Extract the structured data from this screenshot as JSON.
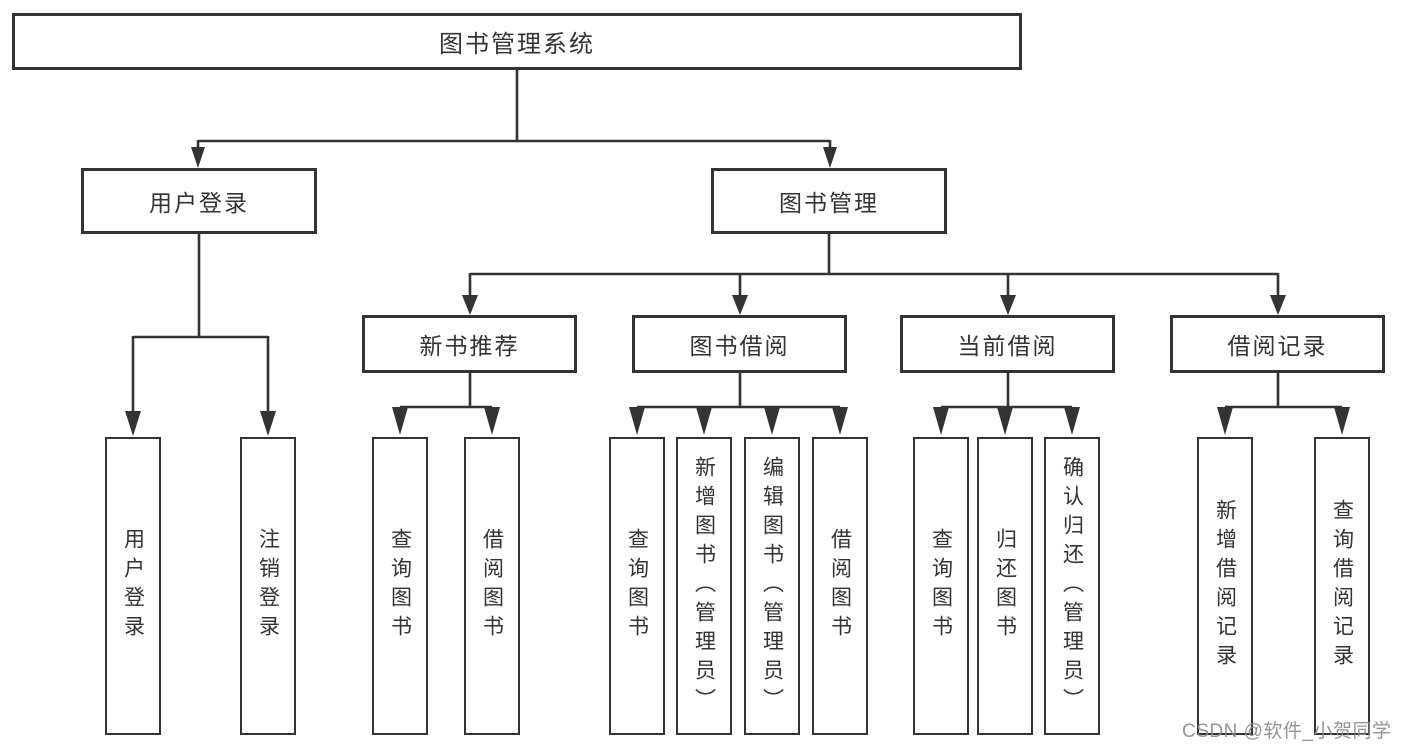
{
  "title": "图书管理系统",
  "level2": {
    "user_login": "用户登录",
    "book_mgmt": "图书管理"
  },
  "level3": {
    "new_book": "新书推荐",
    "borrow": "图书借阅",
    "current": "当前借阅",
    "records": "借阅记录"
  },
  "leaves": {
    "user_login": [
      "用户登录",
      "注销登录"
    ],
    "new_book": [
      "查询图书",
      "借阅图书"
    ],
    "borrow": [
      "查询图书",
      "新增图书（管理员）",
      "编辑图书（管理员）",
      "借阅图书"
    ],
    "current": [
      "查询图书",
      "归还图书",
      "确认归还（管理员）"
    ],
    "records": [
      "新增借阅记录",
      "查询借阅记录"
    ]
  },
  "watermark": "CSDN @软件_小贺同学",
  "colors": {
    "line": "#333333",
    "text": "#333333",
    "bg": "#ffffff",
    "watermark": "rgba(138,138,144,0.92)"
  }
}
